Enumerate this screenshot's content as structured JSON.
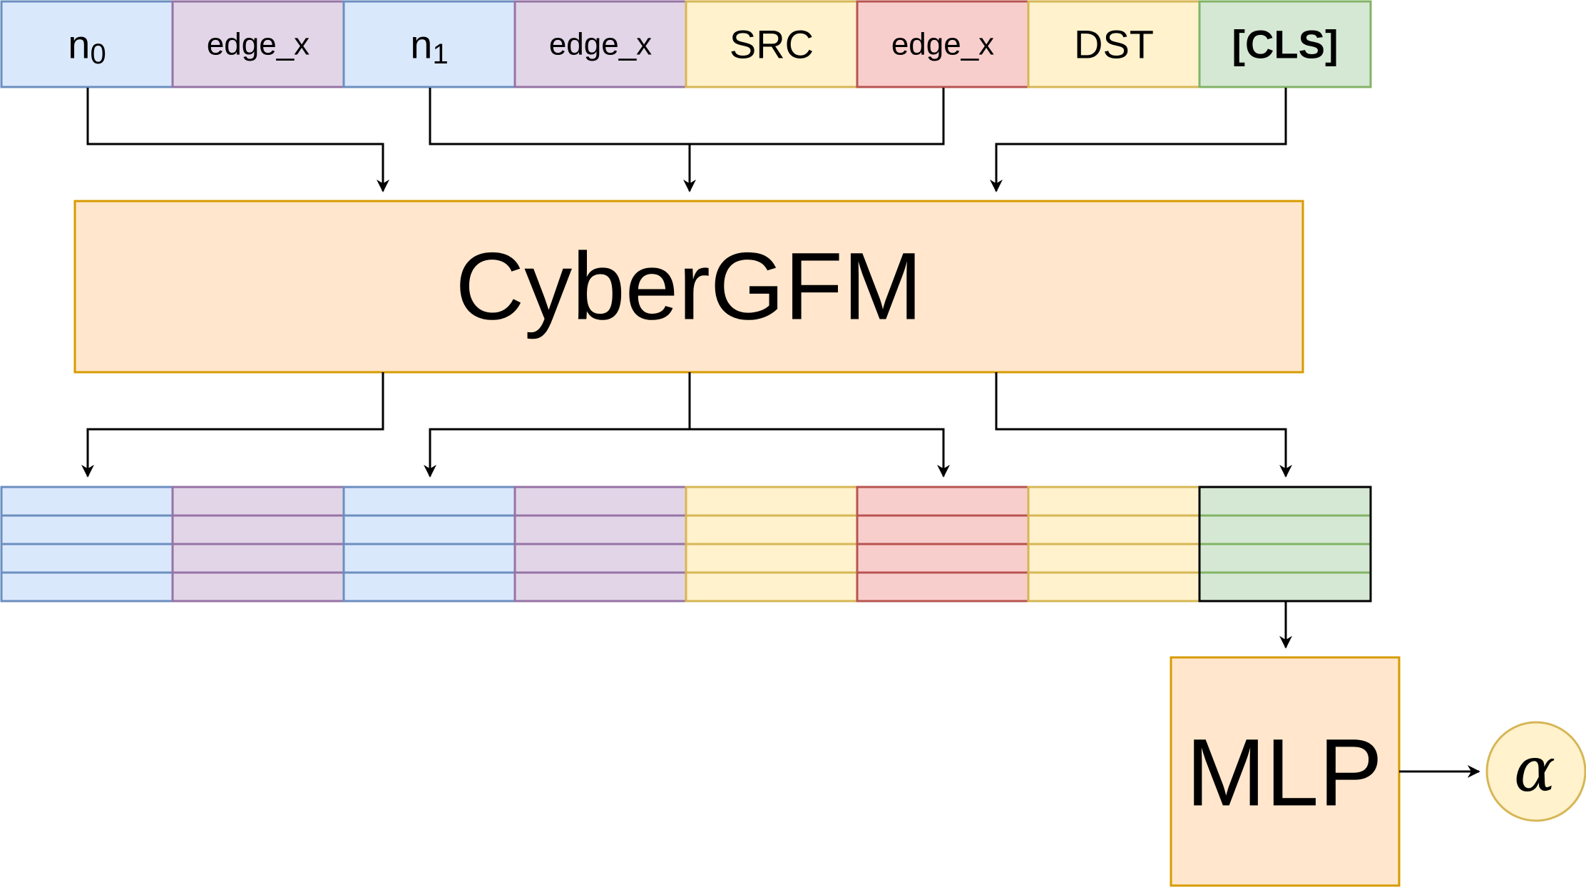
{
  "input_tokens": [
    {
      "label": "n",
      "subscript": "0",
      "kind": "node",
      "fill": "#dae8fc",
      "stroke": "#6c8ebf"
    },
    {
      "label": "edge_x",
      "subscript": "",
      "kind": "edge",
      "fill": "#e1d5e7",
      "stroke": "#9673a6"
    },
    {
      "label": "n",
      "subscript": "1",
      "kind": "node",
      "fill": "#dae8fc",
      "stroke": "#6c8ebf"
    },
    {
      "label": "edge_x",
      "subscript": "",
      "kind": "edge",
      "fill": "#e1d5e7",
      "stroke": "#9673a6"
    },
    {
      "label": "SRC",
      "subscript": "",
      "kind": "special",
      "fill": "#fff2cc",
      "stroke": "#d6b656"
    },
    {
      "label": "edge_x",
      "subscript": "",
      "kind": "target-edge",
      "fill": "#f8cecc",
      "stroke": "#b85450"
    },
    {
      "label": "DST",
      "subscript": "",
      "kind": "special",
      "fill": "#fff2cc",
      "stroke": "#d6b656"
    },
    {
      "label": "[CLS]",
      "subscript": "",
      "kind": "cls",
      "fill": "#d5e8d4",
      "stroke": "#82b366",
      "bold": true
    }
  ],
  "model": {
    "label": "CyberGFM",
    "fill": "#ffe6cc",
    "stroke": "#d79b00"
  },
  "embedding_rows": 4,
  "head": {
    "label": "MLP",
    "fill": "#ffe6cc",
    "stroke": "#d79b00"
  },
  "output": {
    "symbol": "α",
    "fill": "#fff2cc",
    "stroke": "#d6b656"
  },
  "colors": {
    "arrow": "#000000",
    "cls_embedding_border": "#000000"
  }
}
